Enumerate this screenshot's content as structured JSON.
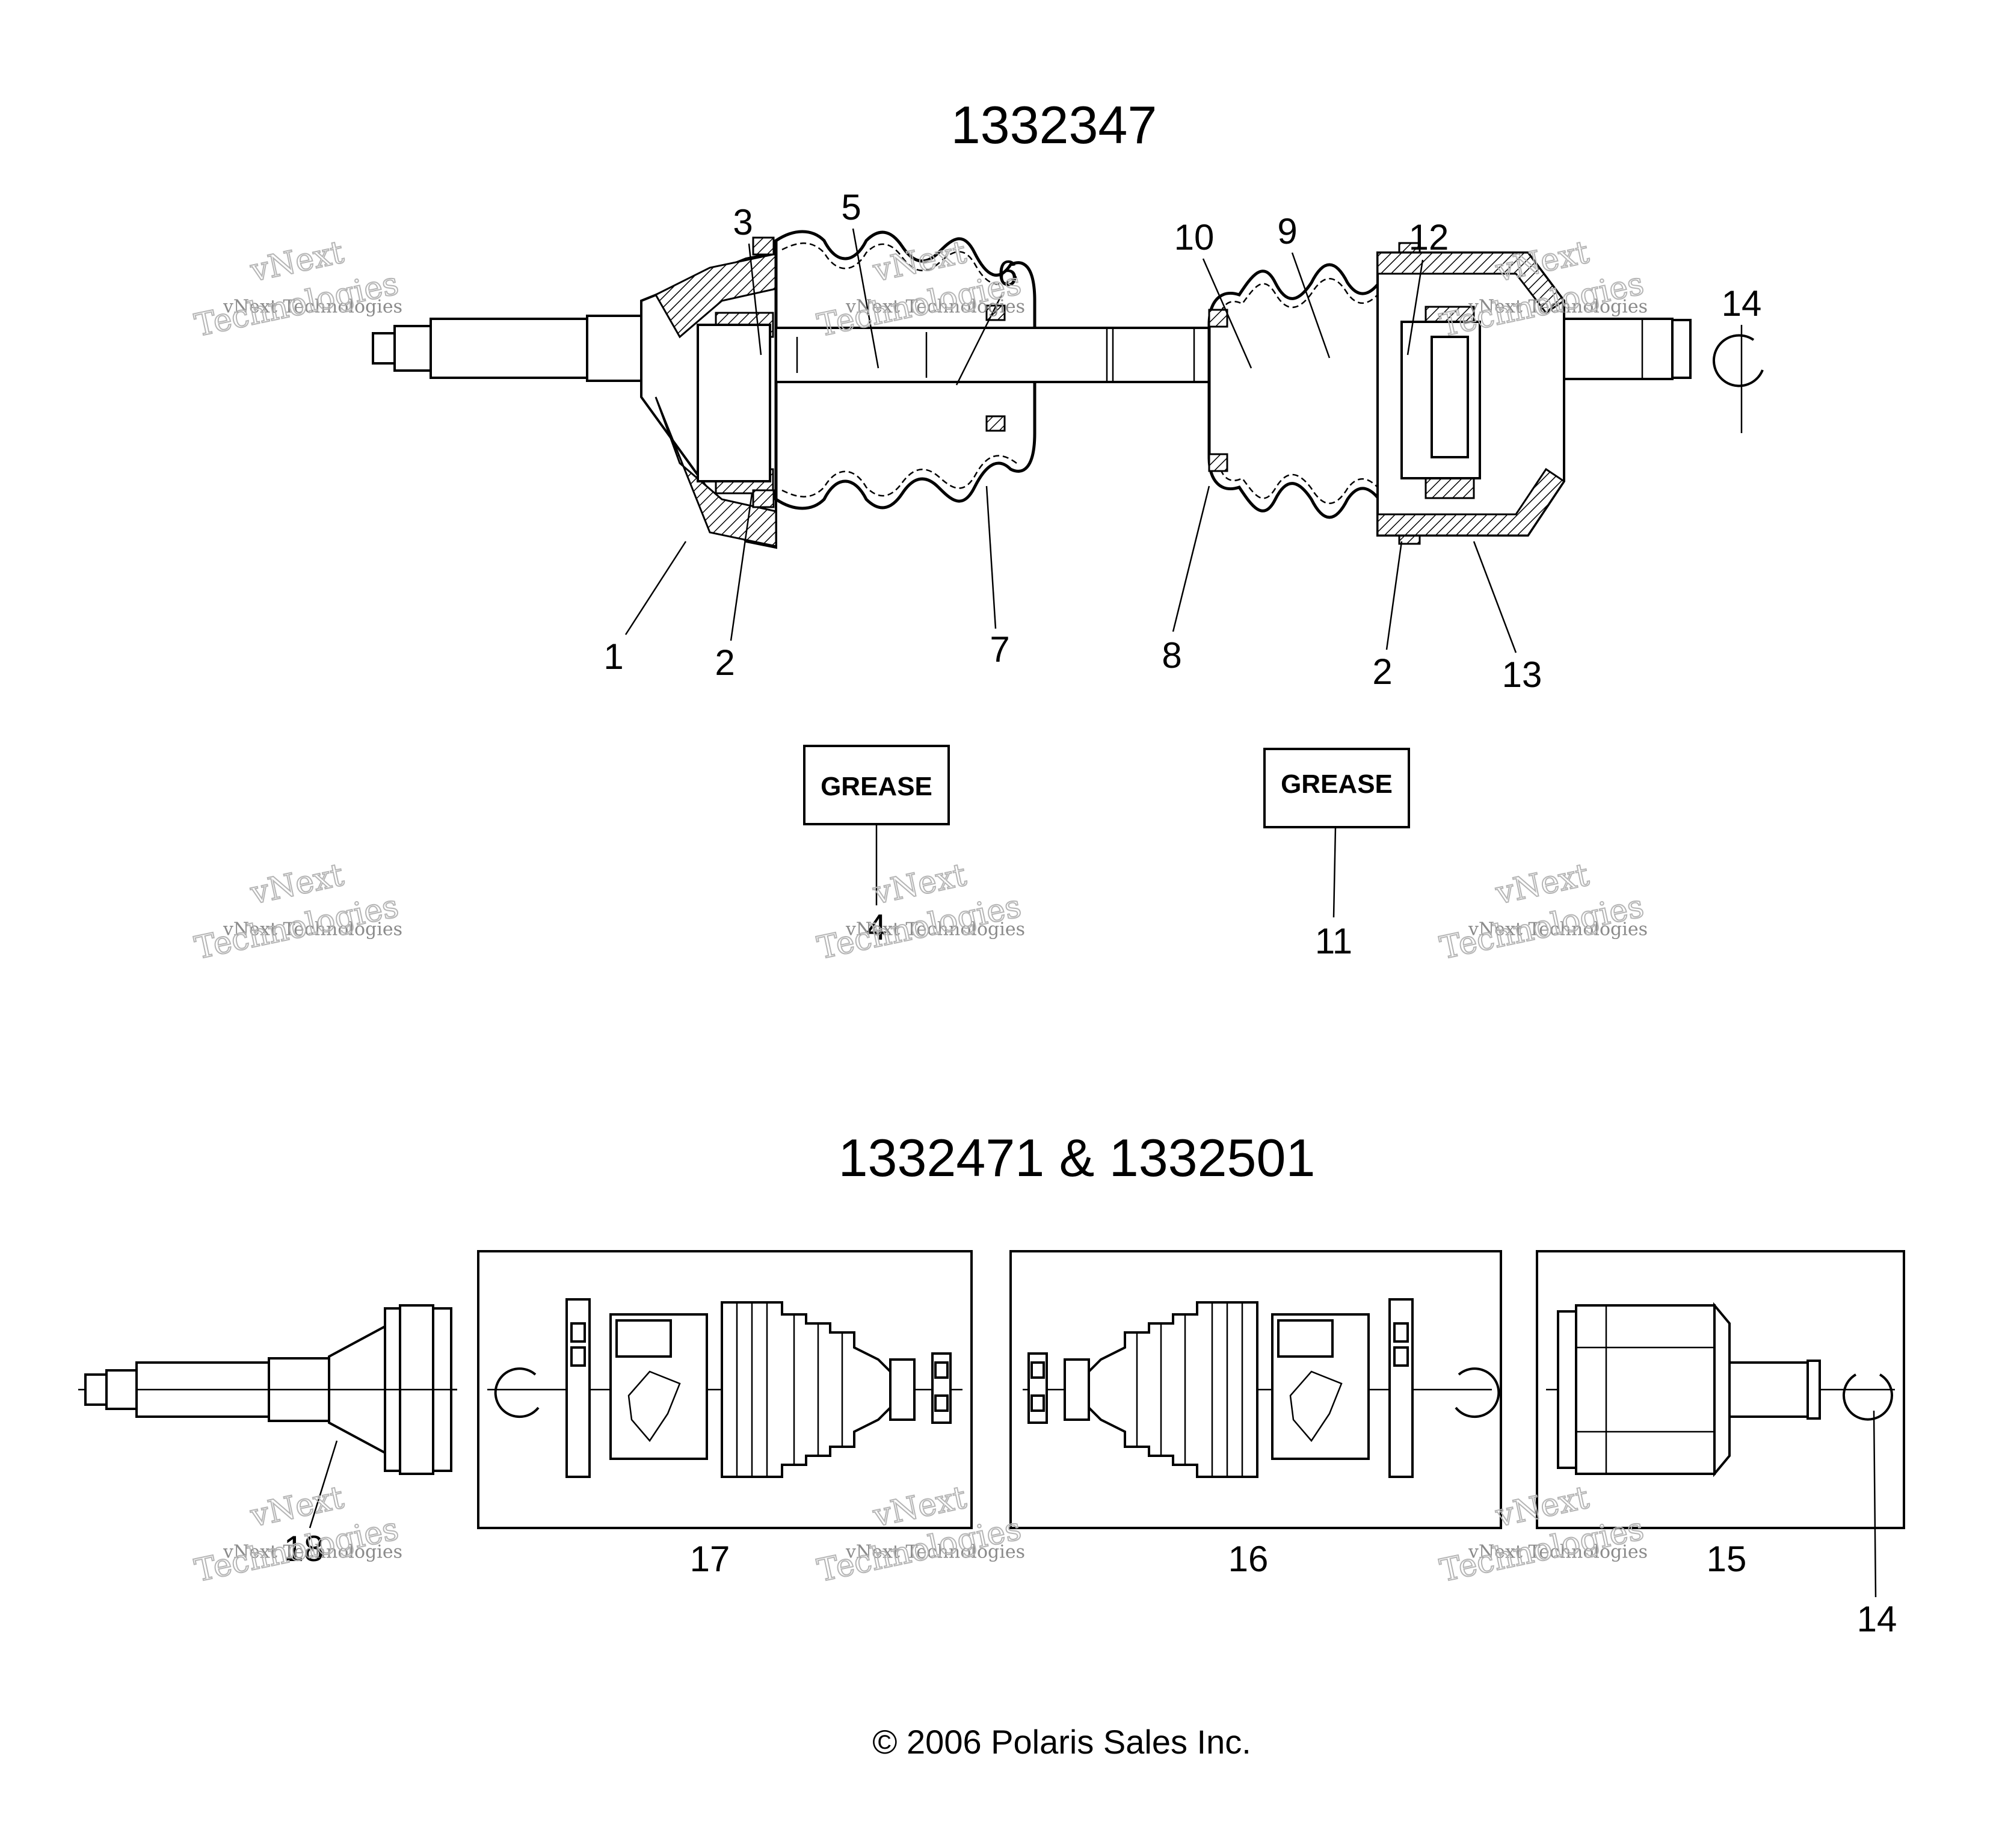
{
  "diagram": {
    "top_assembly_title": "1332347",
    "bottom_assembly_title": "1332471 & 1332501",
    "copyright": "© 2006 Polaris Sales Inc.",
    "grease_label": "GREASE",
    "top_callouts": [
      "1",
      "2",
      "3",
      "4",
      "5",
      "6",
      "7",
      "8",
      "2",
      "9",
      "10",
      "11",
      "12",
      "13",
      "14"
    ],
    "bottom_callouts": [
      "14",
      "15",
      "16",
      "17",
      "18"
    ],
    "watermark": {
      "line1": "vNext",
      "line2": "vNext Technologies",
      "line3": "Technologies"
    }
  }
}
